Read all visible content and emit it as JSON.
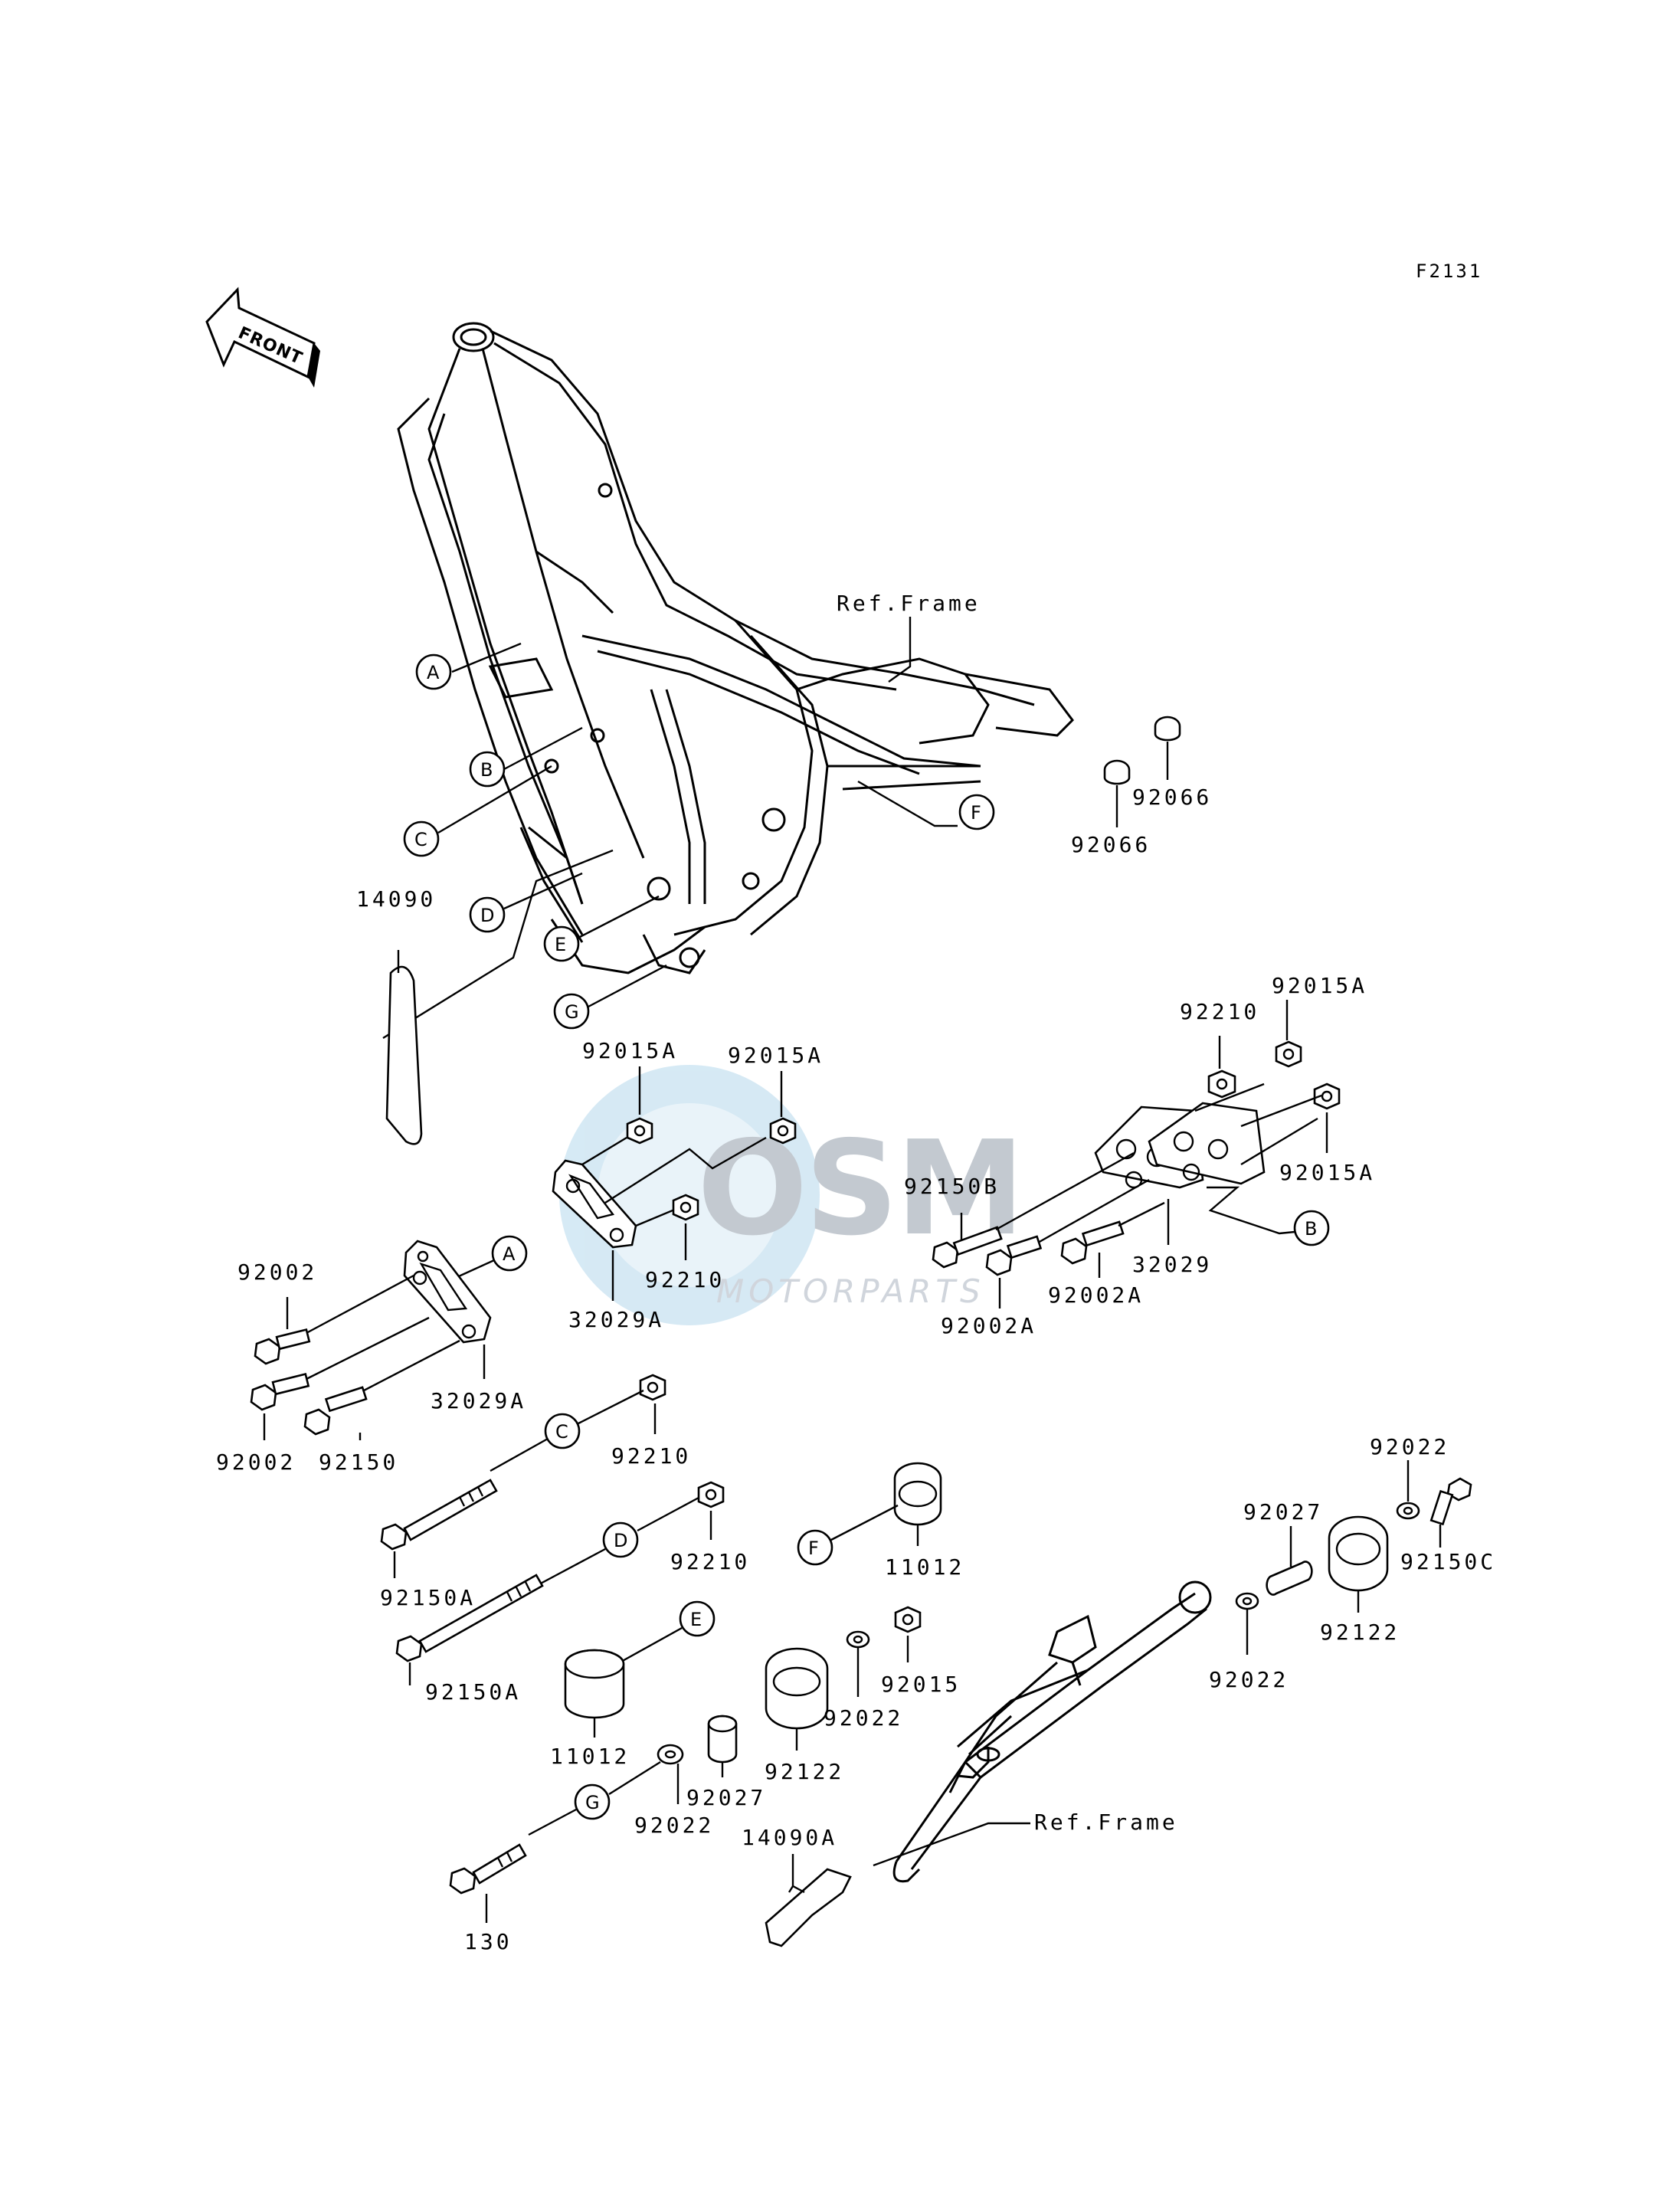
{
  "figure_code": "F2131",
  "front_label": "FRONT",
  "watermark": {
    "brand": "OSM",
    "sub": "MOTORPARTS"
  },
  "ref_frame_label": "Ref.Frame",
  "ref_frame_label_2": "Ref.Frame",
  "callouts": {
    "A": "A",
    "B": "B",
    "C": "C",
    "D": "D",
    "E": "E",
    "F": "F",
    "G": "G",
    "A2": "A",
    "B2": "B",
    "C2": "C",
    "D2": "D",
    "E2": "E",
    "F2": "F",
    "G2": "G"
  },
  "parts": {
    "p92066a": "92066",
    "p92066b": "92066",
    "p14090": "14090",
    "p92210a": "92210",
    "p92015Aa": "92015A",
    "p92015Ab": "92015A",
    "p92015Ac": "92015A",
    "p92015Ad": "92015A",
    "p92150B": "92150B",
    "p92210b": "92210",
    "p32029Aa": "32029A",
    "p32029Ab": "32029A",
    "p32029": "32029",
    "p92002Aa": "92002A",
    "p92002Ab": "92002A",
    "p92002a": "92002",
    "p92002b": "92002",
    "p92150": "92150",
    "p92210c": "92210",
    "p92210d": "92210",
    "p92150Aa": "92150A",
    "p92150Ab": "92150A",
    "p11012a": "11012",
    "p11012b": "11012",
    "p92022a": "92022",
    "p92022b": "92022",
    "p92022c": "92022",
    "p92022d": "92022",
    "p92027a": "92027",
    "p92027b": "92027",
    "p92150C": "92150C",
    "p92122a": "92122",
    "p92122b": "92122",
    "p92015": "92015",
    "p14090A": "14090A",
    "p130": "130"
  }
}
